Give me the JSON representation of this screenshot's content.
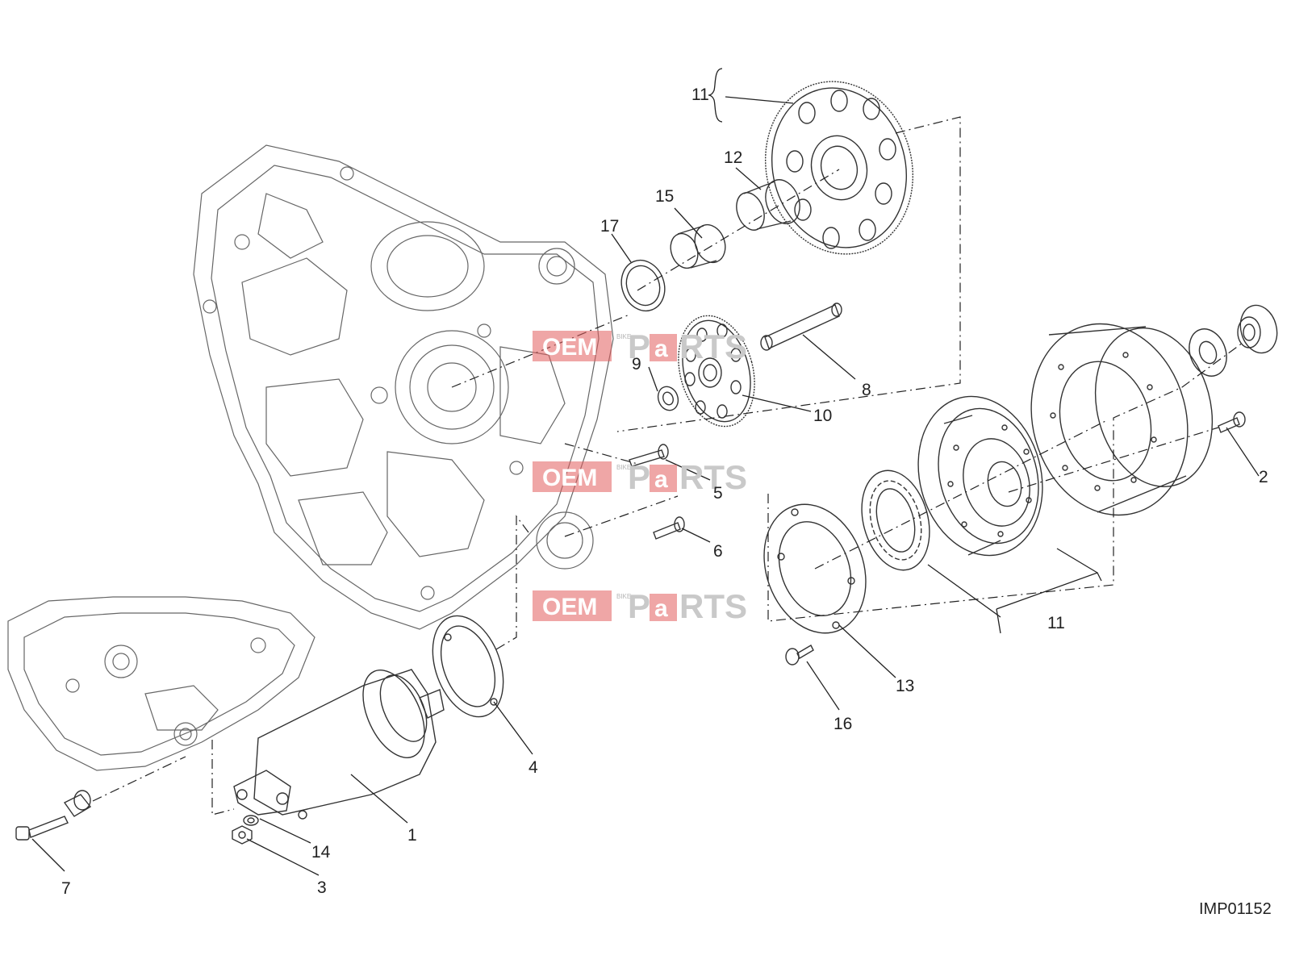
{
  "drawing_code": "IMP01152",
  "watermark": {
    "part1": "OEM",
    "part2": "BIKE",
    "part3": "P",
    "part4": "a",
    "part5": "RTS"
  },
  "callouts": {
    "c1": "1",
    "c2": "2",
    "c3": "3",
    "c4": "4",
    "c5": "5",
    "c6": "6",
    "c7": "7",
    "c8": "8",
    "c9": "9",
    "c10": "10",
    "c11_top": "11",
    "c11_right": "11",
    "c12": "12",
    "c13": "13",
    "c14": "14",
    "c15": "15",
    "c16": "16",
    "c17": "17"
  },
  "colors": {
    "watermark_red": "#e25c5c",
    "line": "#222222"
  }
}
